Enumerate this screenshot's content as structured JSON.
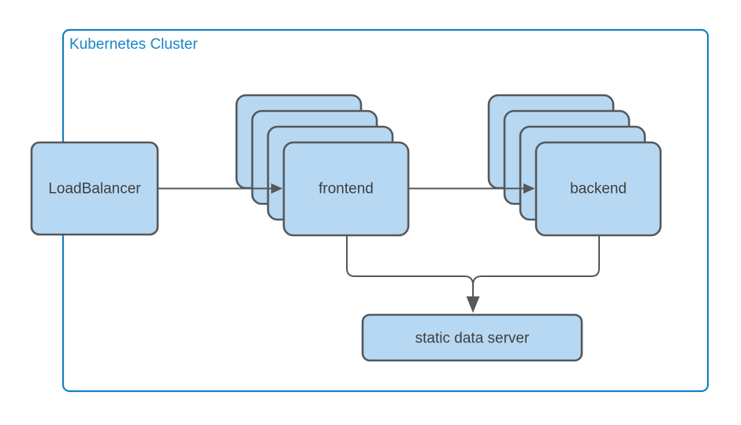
{
  "diagram": {
    "cluster": {
      "label": "Kubernetes Cluster"
    },
    "nodes": [
      {
        "id": "load-balancer",
        "label": "LoadBalancer"
      },
      {
        "id": "frontend",
        "label": "frontend",
        "stacked_copies": 4
      },
      {
        "id": "backend",
        "label": "backend",
        "stacked_copies": 4
      },
      {
        "id": "static-data-server",
        "label": "static data server"
      }
    ],
    "edges": [
      {
        "from": "LoadBalancer",
        "to": "frontend",
        "arrow": true
      },
      {
        "from": "frontend",
        "to": "backend",
        "arrow": true
      },
      {
        "from": "frontend",
        "to": "static data server",
        "arrow": true
      },
      {
        "from": "backend",
        "to": "static data server",
        "arrow": true
      }
    ],
    "colors": {
      "cluster_border": "#1581c1",
      "cluster_label": "#1a85c8",
      "node_fill": "#b7d8f2",
      "node_border": "#56585a",
      "connector": "#56585a",
      "node_label": "#3f3f3f",
      "background": "#ffffff"
    }
  }
}
